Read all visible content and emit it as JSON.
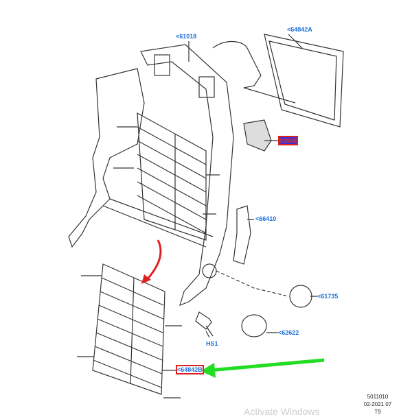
{
  "diagram": {
    "labels": [
      {
        "id": "61018",
        "text": "<61018"
      },
      {
        "id": "64842A",
        "text": "<64842A"
      },
      {
        "id": "55066",
        "text": "55066"
      },
      {
        "id": "66410",
        "text": "<66410"
      },
      {
        "id": "61735",
        "text": "<61735"
      },
      {
        "id": "62622",
        "text": "<62622"
      },
      {
        "id": "HS1",
        "text": "HS1"
      },
      {
        "id": "64842B",
        "text": "<64842B"
      }
    ],
    "reference": {
      "line1": "5011010",
      "line2": "02-2021 07",
      "line3": "T9"
    },
    "watermark": "Activate Windows",
    "colors": {
      "label": "#1e6fd9",
      "highlight_arrow": "#22dd22",
      "red_arrow": "#e02020"
    }
  }
}
